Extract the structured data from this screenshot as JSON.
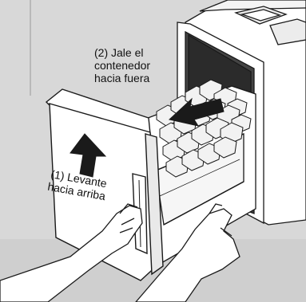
{
  "instructions": {
    "step2": {
      "lines": [
        "(2) Jale el",
        "contenedor",
        "hacia fuera"
      ]
    },
    "step1": {
      "lines": [
        "(1) Levante",
        "hacia arriba"
      ]
    }
  },
  "colors": {
    "background": "#d9d9d9",
    "line": "#1a1a1a",
    "panel": "#ffffff",
    "ice": "#f2f2f2",
    "ice_shadow": "#b0b0b0"
  }
}
